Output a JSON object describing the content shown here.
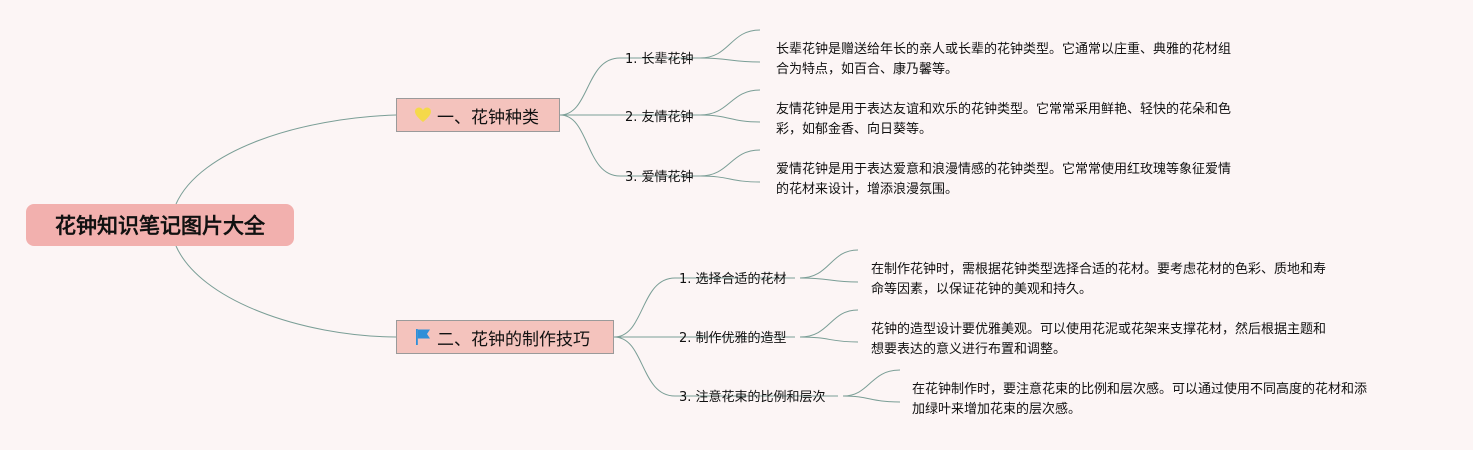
{
  "root": {
    "title": "花钟知识笔记图片大全"
  },
  "branches": [
    {
      "title": "一、花钟种类",
      "icon": "heart-icon",
      "items": [
        {
          "label": "1. 长辈花钟",
          "note_lines": [
            "长辈花钟是赠送给年长的亲人或长辈的花钟类型。它通常以庄重、典雅的花材组",
            "合为特点，如百合、康乃馨等。"
          ]
        },
        {
          "label": "2. 友情花钟",
          "note_lines": [
            "友情花钟是用于表达友谊和欢乐的花钟类型。它常常采用鲜艳、轻快的花朵和色",
            "彩，如郁金香、向日葵等。"
          ]
        },
        {
          "label": "3. 爱情花钟",
          "note_lines": [
            "爱情花钟是用于表达爱意和浪漫情感的花钟类型。它常常使用红玫瑰等象征爱情",
            "的花材来设计，增添浪漫氛围。"
          ]
        }
      ]
    },
    {
      "title": "二、花钟的制作技巧",
      "icon": "flag-icon",
      "items": [
        {
          "label": "1. 选择合适的花材",
          "note_lines": [
            "在制作花钟时，需根据花钟类型选择合适的花材。要考虑花材的色彩、质地和寿",
            "命等因素，以保证花钟的美观和持久。"
          ]
        },
        {
          "label": "2. 制作优雅的造型",
          "note_lines": [
            "花钟的造型设计要优雅美观。可以使用花泥或花架来支撑花材，然后根据主题和",
            "想要表达的意义进行布置和调整。"
          ]
        },
        {
          "label": "3. 注意花束的比例和层次",
          "note_lines": [
            "在花钟制作时，要注意花束的比例和层次感。可以通过使用不同高度的花材和添",
            "加绿叶来增加花束的层次感。"
          ]
        }
      ]
    }
  ],
  "colors": {
    "root": "#f2b0ae",
    "branch": "#f4c3bd",
    "line": "#7a9e96",
    "heart": "#f5d94a",
    "flag": "#2f8fd8",
    "background": "#fcf5f5"
  }
}
